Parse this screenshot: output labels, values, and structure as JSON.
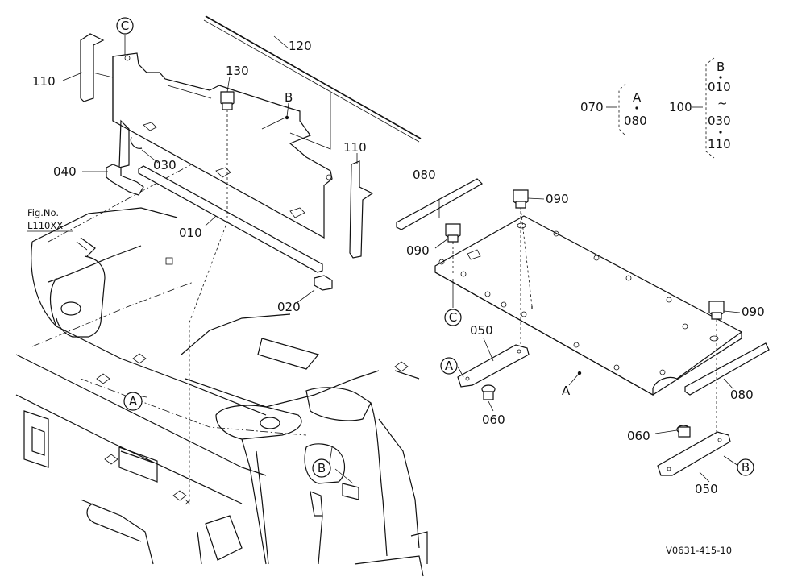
{
  "figure_ref": {
    "line1": "Fig.No.",
    "line2": "L110XX"
  },
  "drawing_code": "V0631-415-10",
  "part_labels": {
    "p010": "010",
    "p020": "020",
    "p030": "030",
    "p040": "040",
    "p050a": "050",
    "p050b": "050",
    "p060a": "060",
    "p060b": "060",
    "p070": "070",
    "p080a": "080",
    "p080b": "080",
    "p090a": "090",
    "p090b": "090",
    "p090c": "090",
    "p100": "100",
    "p110a": "110",
    "p110b": "110",
    "p120": "120",
    "p130": "130"
  },
  "assembly_labels": {
    "A_plate": "A",
    "B_panel": "B"
  },
  "circle_refs": {
    "C_top": "C",
    "C_mid": "C",
    "A_left": "A",
    "A_bracket": "A",
    "B_left": "B",
    "B_right": "B"
  },
  "legend": {
    "group_A": {
      "number": "070",
      "letter": "A",
      "items": [
        "080"
      ]
    },
    "group_B": {
      "number": "100",
      "letter": "B",
      "items": [
        "010",
        "~",
        "030",
        "110"
      ]
    }
  }
}
